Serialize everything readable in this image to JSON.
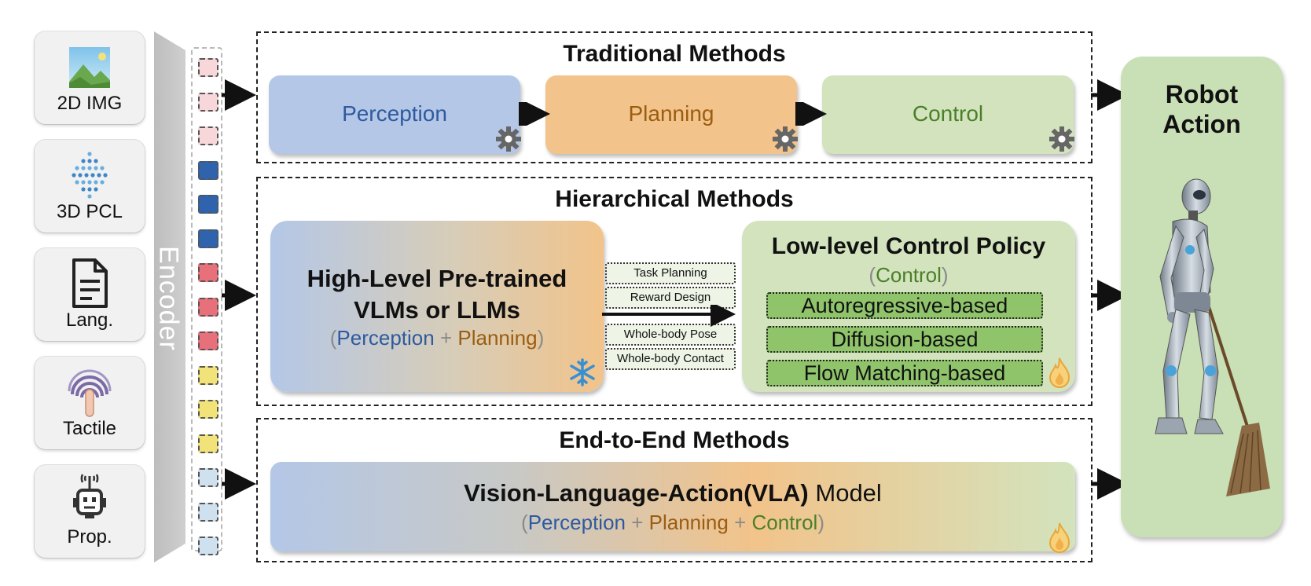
{
  "modalities": [
    {
      "label": "2D IMG",
      "icon": "landscape-image-icon"
    },
    {
      "label": "3D PCL",
      "icon": "point-cloud-icon"
    },
    {
      "label": "Lang.",
      "icon": "document-icon"
    },
    {
      "label": "Tactile",
      "icon": "fingerprint-touch-icon"
    },
    {
      "label": "Prop.",
      "icon": "robot-signal-icon"
    }
  ],
  "encoder": {
    "label": "Encoder"
  },
  "token_colors": [
    "#f7d7d9",
    "#f7d7d9",
    "#f7d7d9",
    "#2f63ad",
    "#2f63ad",
    "#2f63ad",
    "#e8707a",
    "#e8707a",
    "#e8707a",
    "#f2e27a",
    "#f2e27a",
    "#f2e27a",
    "#cfe0ef",
    "#cfe0ef",
    "#cfe0ef"
  ],
  "traditional": {
    "title": "Traditional Methods",
    "perception": "Perception",
    "planning": "Planning",
    "control": "Control"
  },
  "hierarchical": {
    "title": "Hierarchical Methods",
    "high_line1": "High-Level Pre-trained",
    "high_line2": "VLMs or LLMs",
    "high_sub_open": "(",
    "high_sub_perception": "Perception",
    "high_sub_plus": " + ",
    "high_sub_planning": "Planning",
    "high_sub_close": ")",
    "tags": [
      "Task Planning",
      "Reward Design",
      "Whole-body Pose",
      "Whole-body Contact"
    ],
    "low_title": "Low-level Control Policy",
    "low_sub_open": "(",
    "low_sub_control": "Control",
    "low_sub_close": ")",
    "policies": [
      "Autoregressive-based",
      "Diffusion-based",
      "Flow Matching-based"
    ]
  },
  "end_to_end": {
    "title": "End-to-End Methods",
    "vla_bold": "Vision-Language-Action(VLA)",
    "vla_rest": " Model",
    "sub_open": "(",
    "sub_perception": "Perception",
    "sub_plus1": " + ",
    "sub_planning": "Planning",
    "sub_plus2": " + ",
    "sub_control": "Control",
    "sub_close": ")"
  },
  "robot_action": {
    "line1": "Robot",
    "line2": "Action"
  },
  "colors": {
    "perception_blue": "#b4c7e7",
    "planning_orange": "#f2c38a",
    "control_green": "#d3e3bd",
    "robot_panel": "#c9dfb5"
  }
}
